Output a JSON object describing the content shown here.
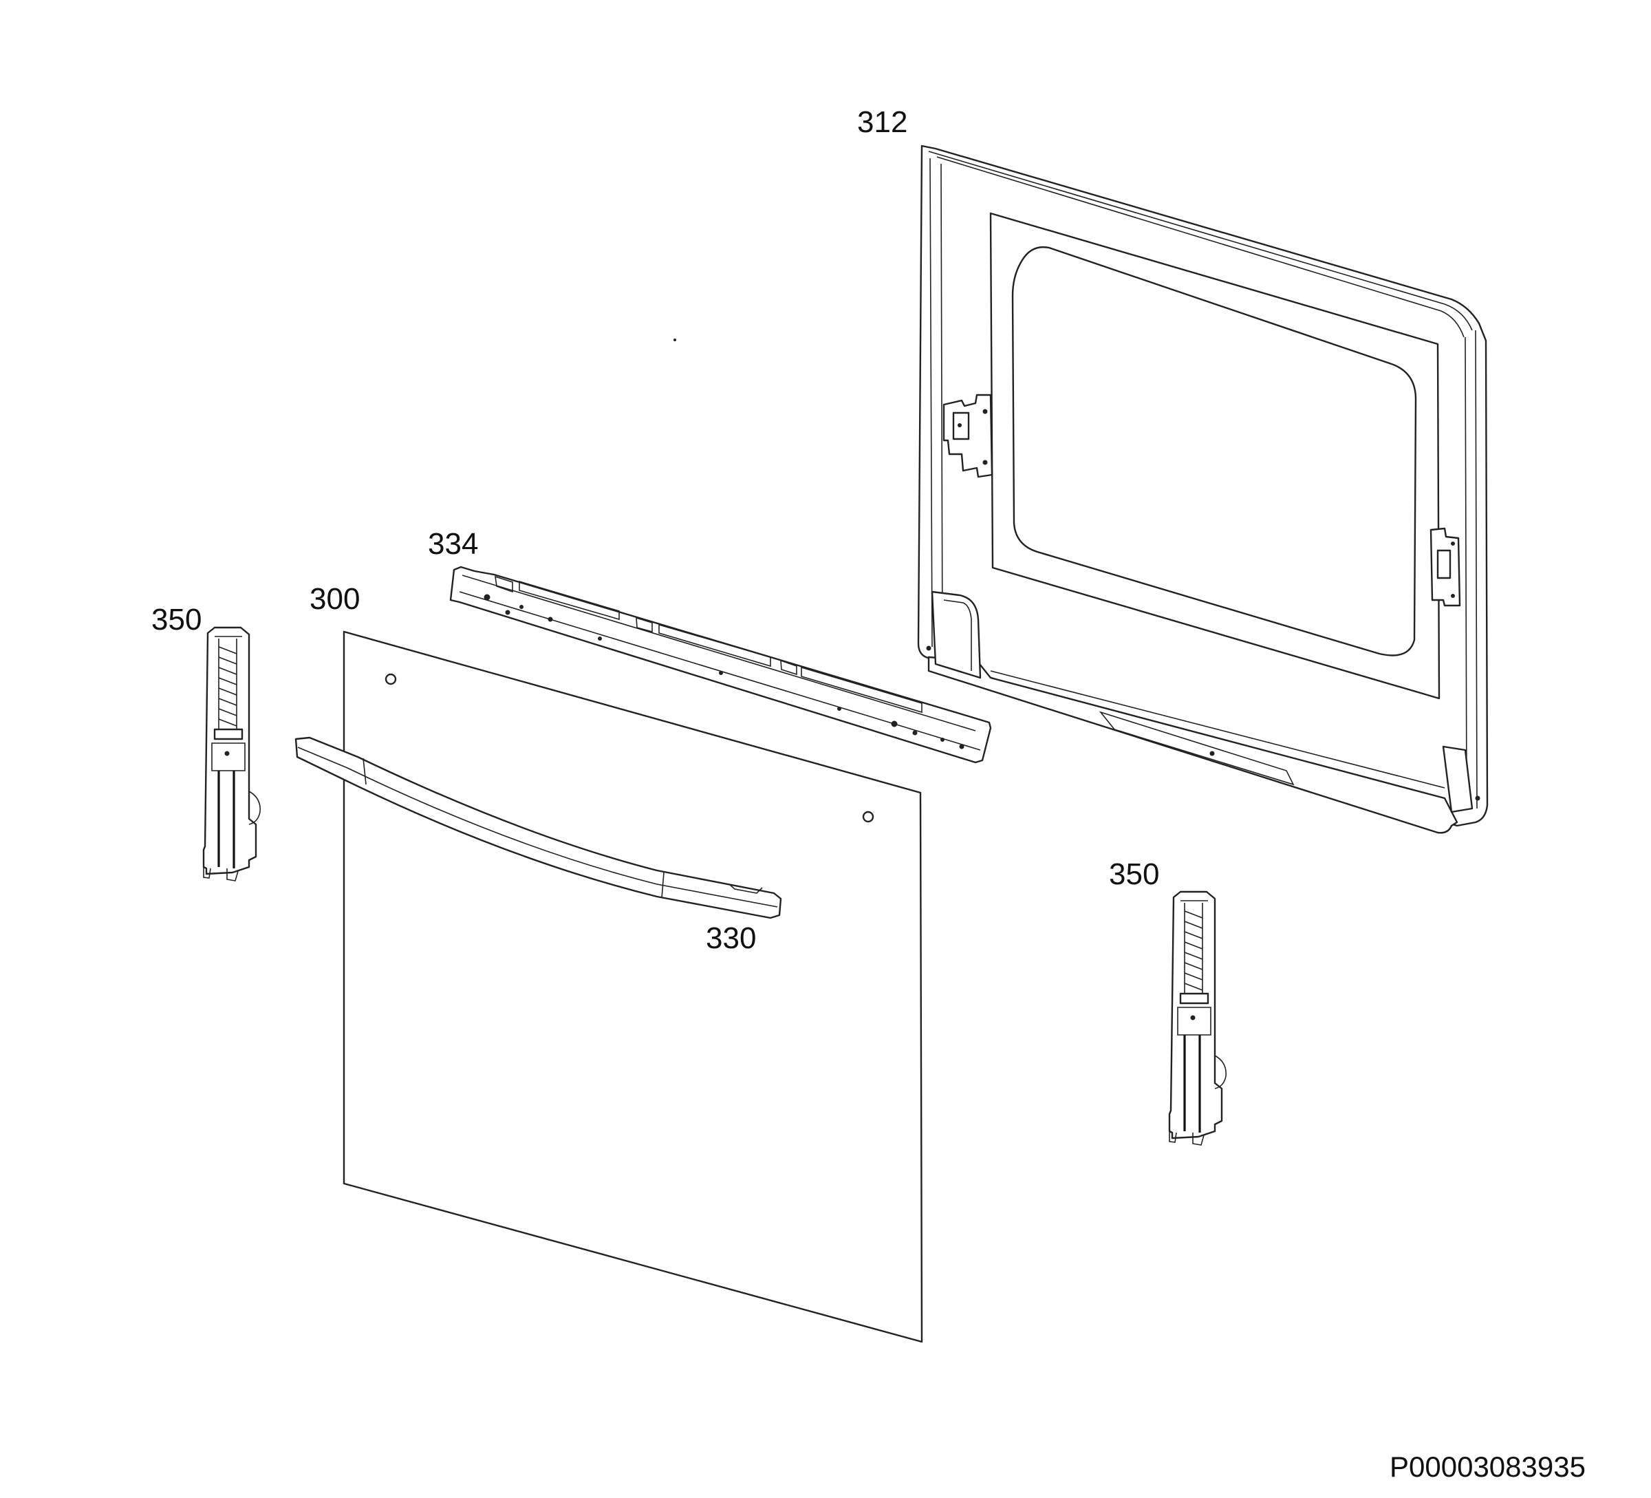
{
  "diagram": {
    "callouts": {
      "outer_panel": "300",
      "inner_door_frame": "312",
      "handle": "330",
      "top_trim": "334",
      "hinge_left": "350",
      "hinge_right": "350"
    },
    "document_code": "P00003083935"
  }
}
